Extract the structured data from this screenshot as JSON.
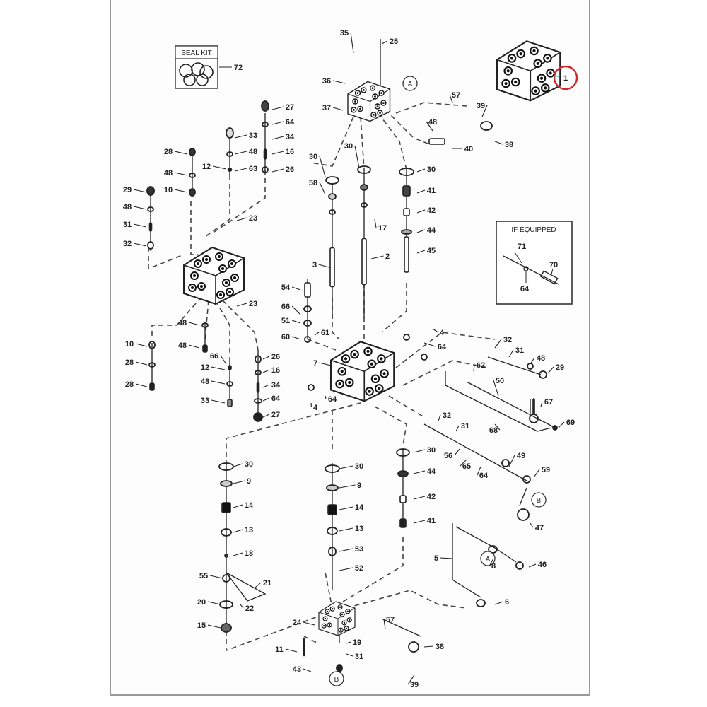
{
  "diagram": {
    "title": "Hydraulic Control Valve Exploded Parts Diagram",
    "highlighted_part": "1",
    "highlight_color": "#cc2a2a",
    "line_color": "#222222",
    "seal_kit": {
      "label": "SEAL KIT",
      "callout": "72"
    },
    "if_equipped": {
      "title": "IF EQUIPPED",
      "callouts": [
        "71",
        "70",
        "64"
      ]
    },
    "reference_markers": [
      "A",
      "A",
      "B",
      "B"
    ],
    "callouts": {
      "top_valve": [
        "35",
        "25",
        "36",
        "37",
        "57",
        "39",
        "48",
        "40",
        "38"
      ],
      "left_stack_a": [
        "27",
        "64",
        "33",
        "34",
        "48",
        "16",
        "12",
        "63",
        "26"
      ],
      "left_stack_b": [
        "28",
        "48",
        "10",
        "29",
        "48",
        "31",
        "32",
        "23",
        "23"
      ],
      "center_spools": [
        "30",
        "30",
        "30",
        "58",
        "41",
        "42",
        "17",
        "44",
        "45",
        "3",
        "2"
      ],
      "relief": [
        "54",
        "66",
        "51",
        "60",
        "61",
        "4",
        "64",
        "7",
        "4",
        "64"
      ],
      "lower_left": [
        "48",
        "10",
        "28",
        "48",
        "28",
        "66",
        "12",
        "48",
        "33",
        "26",
        "16",
        "34",
        "64",
        "27"
      ],
      "right_lines": [
        "32",
        "31",
        "48",
        "29",
        "62",
        "50",
        "67",
        "69",
        "68",
        "32",
        "31",
        "56",
        "65",
        "64",
        "49",
        "59",
        "47"
      ],
      "lower_stacks": [
        "30",
        "9",
        "14",
        "13",
        "18",
        "55",
        "21",
        "22",
        "20",
        "15",
        "30",
        "9",
        "14",
        "13",
        "53",
        "52",
        "30",
        "44",
        "42",
        "41"
      ],
      "bottom": [
        "5",
        "8",
        "46",
        "6",
        "24",
        "57",
        "19",
        "31",
        "11",
        "43",
        "38",
        "39"
      ]
    }
  }
}
